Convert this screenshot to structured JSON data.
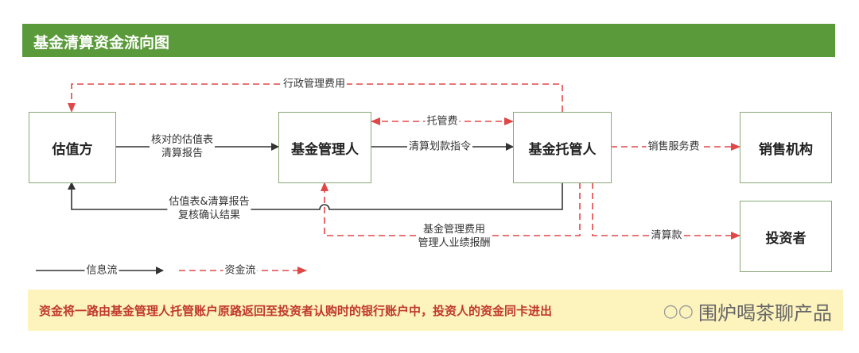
{
  "header": {
    "title": "基金清算资金流向图"
  },
  "nodes": {
    "valuer": "估值方",
    "manager": "基金管理人",
    "custodian": "基金托管人",
    "sales": "销售机构",
    "investor": "投资者"
  },
  "edges": {
    "admin_fee": "行政管理费用",
    "custody_fee": "托管费",
    "checked_report_1": "核对的估值表",
    "checked_report_2": "清算报告",
    "transfer_instruction": "清算划款指令",
    "sales_fee": "销售服务费",
    "review_1": "估值表&清算报告",
    "review_2": "复核确认结果",
    "mgmt_fee_1": "基金管理费用",
    "mgmt_fee_2": "管理人业绩报酬",
    "settlement": "清算款"
  },
  "legend": {
    "info_flow": "信息流",
    "fund_flow": "资金流"
  },
  "colors": {
    "header": "#5a9a3a",
    "fund_flow": "#e04848",
    "info_flow": "#333333",
    "note_bg": "#fcf3bd",
    "note_text": "#c0392b"
  },
  "note": {
    "text": "资金将一路由基金管理人托管账户原路返回至投资者认购时的银行账户中，投资人的资金同卡进出",
    "watermark": "围炉喝茶聊产品",
    "watermark_icon": "wechat-icon"
  }
}
